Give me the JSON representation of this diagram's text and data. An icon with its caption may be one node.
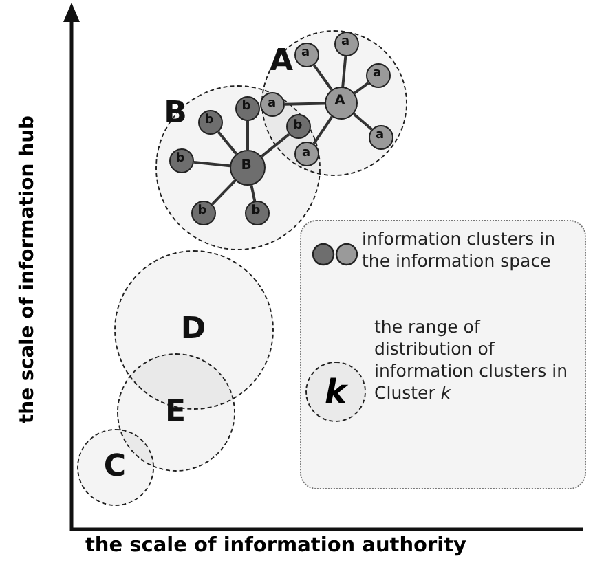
{
  "diagram": {
    "nodes": [
      {
        "text": [
          "A"
        ]
      },
      {
        "text": [
          "A"
        ],
        "in": 0
      },
      {
        "text": [
          "a"
        ],
        "in": 0
      },
      {
        "text": [
          "a"
        ],
        "in": 0
      },
      {
        "text": [
          "a"
        ],
        "in": 0
      },
      {
        "text": [
          "a"
        ],
        "in": 0
      },
      {
        "text": [
          "a"
        ]
      },
      {
        "text": [
          "a"
        ]
      },
      {
        "text": [
          "B"
        ]
      },
      {
        "text": [
          "B"
        ],
        "in": 8
      },
      {
        "text": [
          "b"
        ],
        "in": 8
      },
      {
        "text": [
          "b"
        ],
        "in": 8
      },
      {
        "text": [
          "b"
        ]
      },
      {
        "text": [
          "b"
        ],
        "in": 8
      },
      {
        "text": [
          "b"
        ],
        "in": 8
      },
      {
        "text": [
          "b"
        ],
        "in": 8
      },
      {
        "text": [
          "D"
        ]
      },
      {
        "text": [
          "E"
        ]
      },
      {
        "text": [
          "C"
        ]
      }
    ],
    "edges": [
      {
        "from": 1,
        "to": 2,
        "arrow": "none"
      },
      {
        "from": 1,
        "to": 3,
        "arrow": "none"
      },
      {
        "from": 1,
        "to": 4,
        "arrow": "none"
      },
      {
        "from": 1,
        "to": 5,
        "arrow": "none"
      },
      {
        "from": 1,
        "to": 6,
        "arrow": "none"
      },
      {
        "from": 1,
        "to": 7,
        "arrow": "none"
      },
      {
        "from": 9,
        "to": 10,
        "arrow": "none"
      },
      {
        "from": 9,
        "to": 11,
        "arrow": "none"
      },
      {
        "from": 9,
        "to": 12,
        "arrow": "none"
      },
      {
        "from": 9,
        "to": 13,
        "arrow": "none"
      },
      {
        "from": 9,
        "to": 14,
        "arrow": "none"
      },
      {
        "from": 9,
        "to": 15,
        "arrow": "none"
      }
    ],
    "labels": [
      "the scale of information hub",
      "the scale of information authority",
      "k"
    ],
    "legend": [
      {
        "text": "information clusters in the information space"
      },
      {
        "text": "the range of distribution of information clusters in Cluster *k*"
      }
    ]
  }
}
